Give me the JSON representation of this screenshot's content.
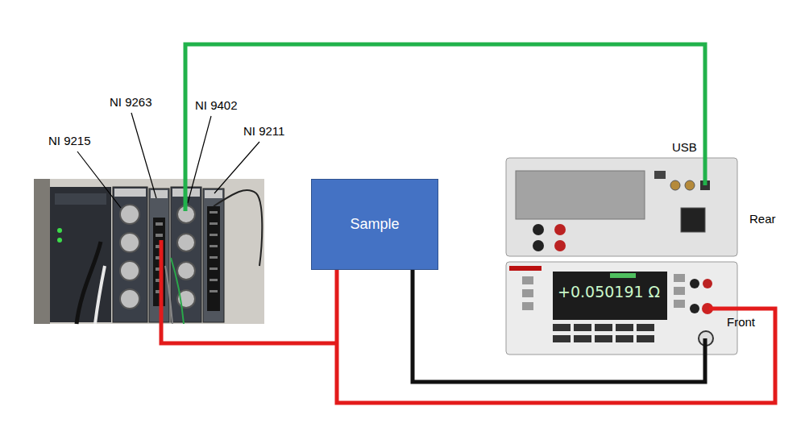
{
  "diagram": {
    "nodes": [
      {
        "text": [
          "Sample"
        ]
      }
    ],
    "labels": [
      "NI 9215",
      "NI 9263",
      "NI 9402",
      "NI 9211",
      "USB",
      "Rear",
      "Front",
      "+0.050191 Ω"
    ]
  }
}
